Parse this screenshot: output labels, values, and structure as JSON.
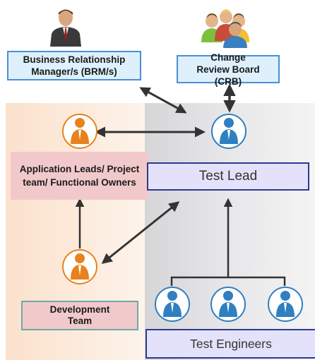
{
  "nodes": {
    "brm": "Business Relationship Manager/s (BRM/s)",
    "crb": "Change Review Board (CRB)",
    "app_leads": "Application Leads/ Project team/ Functional Owners",
    "test_lead": "Test Lead",
    "dev_team": "Development Team",
    "test_engineers": "Test Engineers"
  },
  "icons": {
    "business_person": "businessman-icon",
    "group": "group-icon",
    "orange_person": "person-orange-icon",
    "blue_person": "person-blue-icon"
  },
  "colors": {
    "left_panel": "#fbe1cc",
    "right_panel": "#dcdcde",
    "brm_fill": "#ddf0fb",
    "brm_border": "#4a8fd6",
    "pink_fill": "#f2c9cb",
    "lavender_fill": "#e4e2fa",
    "navy_border": "#2b3a8c",
    "orange_icon": "#e8821e",
    "blue_icon": "#2f7fc1",
    "arrow": "#333333"
  }
}
